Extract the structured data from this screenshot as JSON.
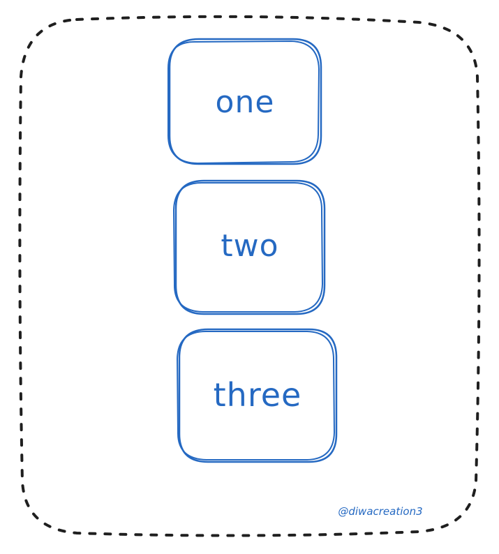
{
  "colors": {
    "stroke": "#2569c2",
    "container_border": "#1f1f1f",
    "background": "#ffffff"
  },
  "boxes": [
    {
      "label": "one"
    },
    {
      "label": "two"
    },
    {
      "label": "three"
    }
  ],
  "watermark": "@diwacreation3"
}
